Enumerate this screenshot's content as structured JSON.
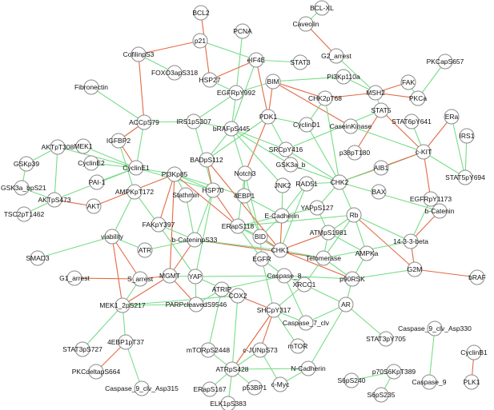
{
  "colors": {
    "activation": "#77dd88",
    "inhibition": "#e36a44"
  },
  "nodes": [
    {
      "id": "BCL2",
      "label": "BCL2"
    },
    {
      "id": "BCL-XL",
      "label": "BCL-XL"
    },
    {
      "id": "Caveolin",
      "label": "Caveolin"
    },
    {
      "id": "PCNA",
      "label": "PCNA"
    },
    {
      "id": "p21",
      "label": "p21"
    },
    {
      "id": "CofilinpS3",
      "label": "CofilinpS3"
    },
    {
      "id": "eIF4E",
      "label": "eIF4E"
    },
    {
      "id": "STAT3",
      "label": "STAT3"
    },
    {
      "id": "G2_arrest",
      "label": "G2_arrest"
    },
    {
      "id": "PKCapS657",
      "label": "PKCapS657"
    },
    {
      "id": "FOXO3apS318",
      "label": "FOXO3apS318"
    },
    {
      "id": "HSP27",
      "label": "HSP27"
    },
    {
      "id": "PI3Kp110a",
      "label": "PI3Kp110a"
    },
    {
      "id": "Fibronectin",
      "label": "Fibronectin"
    },
    {
      "id": "BIM",
      "label": "BIM"
    },
    {
      "id": "EGFRpY992",
      "label": "EGFRpY992"
    },
    {
      "id": "FAK",
      "label": "FAK"
    },
    {
      "id": "MSH2",
      "label": "MSH2"
    },
    {
      "id": "PKCa",
      "label": "PKCa"
    },
    {
      "id": "CHK2pT68",
      "label": "CHK2pT68"
    },
    {
      "id": "ACCpS79",
      "label": "ACCpS79"
    },
    {
      "id": "IRS1pS307",
      "label": "IRS1pS307"
    },
    {
      "id": "bRAFpS445",
      "label": "bRAFpS445"
    },
    {
      "id": "PDK1",
      "label": "PDK1"
    },
    {
      "id": "STAT5",
      "label": "STAT5"
    },
    {
      "id": "CyclinD1",
      "label": "CyclinD1"
    },
    {
      "id": "CaseinKinase",
      "label": "CaseinKinase"
    },
    {
      "id": "STAT6pY641",
      "label": "STAT6pY641"
    },
    {
      "id": "ERa",
      "label": "ERa"
    },
    {
      "id": "IGFBP2",
      "label": "IGFBP2"
    },
    {
      "id": "MEK1",
      "label": "MEK1"
    },
    {
      "id": "AKTpT308",
      "label": "AKTpT308"
    },
    {
      "id": "SRCpY416",
      "label": "SRCpY416"
    },
    {
      "id": "p38pT180",
      "label": "p38pT180"
    },
    {
      "id": "c-KIT",
      "label": "c-KIT"
    },
    {
      "id": "IRS1",
      "label": "IRS1"
    },
    {
      "id": "GSKp39",
      "label": "GSKp39"
    },
    {
      "id": "CyclinE2",
      "label": "CyclinE2"
    },
    {
      "id": "CyclinE1",
      "label": "CyclinE1"
    },
    {
      "id": "BADpS112",
      "label": "BADpS112"
    },
    {
      "id": "GSK3a_b",
      "label": "GSK3a_b"
    },
    {
      "id": "AIB1",
      "label": "AIB1"
    },
    {
      "id": "PI3Kp85",
      "label": "PI3Kp85"
    },
    {
      "id": "GSK3a_bpS21",
      "label": "GSK3a_bpS21"
    },
    {
      "id": "PAI-1",
      "label": "PAI-1"
    },
    {
      "id": "AKTpS473",
      "label": "AKTpS473"
    },
    {
      "id": "CHK2",
      "label": "CHK2"
    },
    {
      "id": "STAT5pY694",
      "label": "STAT5pY694"
    },
    {
      "id": "Notch3",
      "label": "Notch3"
    },
    {
      "id": "AMPKpT172",
      "label": "AMPKpT172"
    },
    {
      "id": "JNK2",
      "label": "JNK2"
    },
    {
      "id": "RAD51",
      "label": "RAD51"
    },
    {
      "id": "BAX",
      "label": "BAX"
    },
    {
      "id": "EGFRpY1173",
      "label": "EGFRpY1173"
    },
    {
      "id": "4EBP1",
      "label": "4EBP1"
    },
    {
      "id": "HSP70",
      "label": "HSP70"
    },
    {
      "id": "TSC2pT1462",
      "label": "TSC2pT1462"
    },
    {
      "id": "AKT",
      "label": "AKT"
    },
    {
      "id": "Stathmin",
      "label": "Stathmin"
    },
    {
      "id": "E-Cadherin",
      "label": "E-Cadherin"
    },
    {
      "id": "YAPpS127",
      "label": "YAPpS127"
    },
    {
      "id": "Rb",
      "label": "Rb"
    },
    {
      "id": "b-Catenin",
      "label": "b-Catenin"
    },
    {
      "id": "FAKpY397",
      "label": "FAKpY397"
    },
    {
      "id": "ERapS118",
      "label": "ERapS118"
    },
    {
      "id": "ATMpS1981",
      "label": "ATMpS1981"
    },
    {
      "id": "viability",
      "label": "viability"
    },
    {
      "id": "BID",
      "label": "BID"
    },
    {
      "id": "14-3-3-beta",
      "label": "14-3-3-beta"
    },
    {
      "id": "b-CateninpS33",
      "label": "b-CateninpS33"
    },
    {
      "id": "SMAD3",
      "label": "SMAD3"
    },
    {
      "id": "ATR",
      "label": "ATR"
    },
    {
      "id": "CHK1",
      "label": "CHK1"
    },
    {
      "id": "EGFR",
      "label": "EGFR"
    },
    {
      "id": "Telomerase",
      "label": "Telomerase"
    },
    {
      "id": "AMPKa",
      "label": "AMPKa"
    },
    {
      "id": "YAP",
      "label": "YAP"
    },
    {
      "id": "G2M",
      "label": "G2M"
    },
    {
      "id": "G1_arrest",
      "label": "G1_arrest"
    },
    {
      "id": "S_arrest",
      "label": "S_arrest"
    },
    {
      "id": "MGMT",
      "label": "MGMT"
    },
    {
      "id": "Caspase_8",
      "label": "Caspase_8"
    },
    {
      "id": "p90RSK",
      "label": "p90RSK"
    },
    {
      "id": "bRAF",
      "label": "bRAF"
    },
    {
      "id": "XRCC1",
      "label": "XRCC1"
    },
    {
      "id": "ATRIP",
      "label": "ATRIP"
    },
    {
      "id": "PARPcleavedS9546",
      "label": "PARPcleavedS9546"
    },
    {
      "id": "MEK1_2pS217",
      "label": "MEK1_2pS217"
    },
    {
      "id": "COX2",
      "label": "COX2"
    },
    {
      "id": "AR",
      "label": "AR"
    },
    {
      "id": "SHCpY317",
      "label": "SHCpY317"
    },
    {
      "id": "Caspase_7_clv",
      "label": "Caspase_7_clv"
    },
    {
      "id": "4EBP1pT37",
      "label": "4EBP1pT37"
    },
    {
      "id": "STAT3pS727",
      "label": "STAT3pS727"
    },
    {
      "id": "Caspase_9_clv_Asp330",
      "label": "Caspase_9_clv_Asp330"
    },
    {
      "id": "STAT3pY705",
      "label": "STAT3pY705"
    },
    {
      "id": "mTORpS2448",
      "label": "mTORpS2448"
    },
    {
      "id": "c-JUNpS73",
      "label": "c-JUNpS73"
    },
    {
      "id": "mTOR",
      "label": "mTOR"
    },
    {
      "id": "CyclinB1",
      "label": "CyclinB1"
    },
    {
      "id": "PKCdeltapS664",
      "label": "PKCdeltapS664"
    },
    {
      "id": "ATRpS428",
      "label": "ATRpS428"
    },
    {
      "id": "N-Cadherin",
      "label": "N-Cadherin"
    },
    {
      "id": "p70S6KpT389",
      "label": "p70S6KpT389"
    },
    {
      "id": "S6pS240",
      "label": "S6pS240"
    },
    {
      "id": "Caspase_9_clv_Asp315",
      "label": "Caspase_9_clv_Asp315"
    },
    {
      "id": "c-Myc",
      "label": "c-Myc"
    },
    {
      "id": "ERapS167",
      "label": "ERapS167"
    },
    {
      "id": "p53BP1",
      "label": "p53BP1"
    },
    {
      "id": "Caspase_9",
      "label": "Caspase_9"
    },
    {
      "id": "PLK1",
      "label": "PLK1"
    },
    {
      "id": "S6pS235",
      "label": "S6pS235"
    },
    {
      "id": "ELK1pS383",
      "label": "ELK1pS383"
    }
  ],
  "edges": [
    [
      "BCL2",
      "HSP27",
      "inhibition"
    ],
    [
      "PCNA",
      "EGFRpY992",
      "activation"
    ],
    [
      "p21",
      "CofilinpS3",
      "inhibition"
    ],
    [
      "p21",
      "eIF4E",
      "activation"
    ],
    [
      "CofilinpS3",
      "ACCpS79",
      "inhibition"
    ],
    [
      "CofilinpS3",
      "FOXO3apS318",
      "activation"
    ],
    [
      "Caveolin",
      "G2_arrest",
      "inhibition"
    ],
    [
      "eIF4E",
      "STAT3",
      "activation"
    ],
    [
      "eIF4E",
      "HSP27",
      "inhibition"
    ],
    [
      "eIF4E",
      "PDK1",
      "inhibition"
    ],
    [
      "eIF4E",
      "bRAFpS445",
      "activation"
    ],
    [
      "G2_arrest",
      "MSH2",
      "activation"
    ],
    [
      "PKCapS657",
      "PKCa",
      "activation"
    ],
    [
      "FAK",
      "PKCa",
      "activation"
    ],
    [
      "MSH2",
      "PKCa",
      "inhibition"
    ],
    [
      "MSH2",
      "CHK2pT68",
      "inhibition"
    ],
    [
      "MSH2",
      "STAT5",
      "activation"
    ],
    [
      "PI3Kp110a",
      "BIM",
      "activation"
    ],
    [
      "PI3Kp110a",
      "MSH2",
      "activation"
    ],
    [
      "BIM",
      "EGFRpY992",
      "activation"
    ],
    [
      "BIM",
      "PDK1",
      "inhibition"
    ],
    [
      "BIM",
      "CHK2pT68",
      "inhibition"
    ],
    [
      "BIM",
      "CaseinKinase",
      "inhibition"
    ],
    [
      "EGFRpY992",
      "IRS1pS307",
      "activation"
    ],
    [
      "EGFRpY992",
      "bRAFpS445",
      "activation"
    ],
    [
      "CHK2pT68",
      "CyclinD1",
      "activation"
    ],
    [
      "CHK2pT68",
      "CHK2",
      "activation"
    ],
    [
      "PDK1",
      "CyclinD1",
      "activation"
    ],
    [
      "PDK1",
      "SRCpY416",
      "activation"
    ],
    [
      "PDK1",
      "Notch3",
      "inhibition"
    ],
    [
      "PDK1",
      "BADpS112",
      "activation"
    ],
    [
      "STAT5",
      "p38pT180",
      "inhibition"
    ],
    [
      "STAT5",
      "SRCpY416",
      "activation"
    ],
    [
      "CaseinKinase",
      "c-KIT",
      "activation"
    ],
    [
      "STAT6pY641",
      "c-KIT",
      "activation"
    ],
    [
      "ERa",
      "c-KIT",
      "inhibition"
    ],
    [
      "ERa",
      "STAT5pY694",
      "activation"
    ],
    [
      "IRS1",
      "STAT5pY694",
      "activation"
    ],
    [
      "c-KIT",
      "STAT5pY694",
      "activation"
    ],
    [
      "c-KIT",
      "AIB1",
      "activation"
    ],
    [
      "c-KIT",
      "EGFRpY1173",
      "inhibition"
    ],
    [
      "c-KIT",
      "CHK2",
      "inhibition"
    ],
    [
      "EGFRpY1173",
      "14-3-3-beta",
      "activation"
    ],
    [
      "b-Catenin",
      "14-3-3-beta",
      "inhibition"
    ],
    [
      "14-3-3-beta",
      "G2M",
      "inhibition"
    ],
    [
      "G2M",
      "bRAF",
      "inhibition"
    ],
    [
      "14-3-3-beta",
      "Rb",
      "activation"
    ],
    [
      "Rb",
      "AMPKa",
      "activation"
    ],
    [
      "Rb",
      "G2M",
      "inhibition"
    ],
    [
      "Rb",
      "Telomerase",
      "activation"
    ],
    [
      "Rb",
      "ATMpS1981",
      "activation"
    ],
    [
      "CHK2",
      "Rb",
      "activation"
    ],
    [
      "CHK2",
      "YAPpS127",
      "activation"
    ],
    [
      "CHK2",
      "RAD51",
      "activation"
    ],
    [
      "CHK2",
      "GSK3a_b",
      "activation"
    ],
    [
      "SRCpY416",
      "GSK3a_b",
      "inhibition"
    ],
    [
      "SRCpY416",
      "CHK2",
      "activation"
    ],
    [
      "ACCpS79",
      "IGFBP2",
      "inhibition"
    ],
    [
      "ACCpS79",
      "IRS1pS307",
      "activation"
    ],
    [
      "Fibronectin",
      "ACCpS79",
      "activation"
    ],
    [
      "IGFBP2",
      "CyclinE1",
      "inhibition"
    ],
    [
      "IGFBP2",
      "AMPKpT172",
      "activation"
    ],
    [
      "MEK1",
      "CyclinE1",
      "activation"
    ],
    [
      "AKTpT308",
      "GSKp39",
      "activation"
    ],
    [
      "AKTpT308",
      "AKTpS473",
      "activation"
    ],
    [
      "GSKp39",
      "GSK3a_bpS21",
      "activation"
    ],
    [
      "GSK3a_bpS21",
      "AKTpS473",
      "activation"
    ],
    [
      "TSC2pT1462",
      "AKTpS473",
      "activation"
    ],
    [
      "AKTpS473",
      "AKT",
      "inhibition"
    ],
    [
      "CyclinE2",
      "CyclinE1",
      "activation"
    ],
    [
      "CyclinE1",
      "AKTpT308",
      "activation"
    ],
    [
      "CyclinE1",
      "AKTpS473",
      "activation"
    ],
    [
      "CyclinE1",
      "PAI-1",
      "activation"
    ],
    [
      "CyclinE1",
      "PI3Kp85",
      "activation"
    ],
    [
      "CyclinE1",
      "HSP70",
      "activation"
    ],
    [
      "PI3Kp85",
      "AKT",
      "inhibition"
    ],
    [
      "PI3Kp85",
      "FAKpY397",
      "inhibition"
    ],
    [
      "PI3Kp85",
      "Stathmin",
      "activation"
    ],
    [
      "PI3Kp85",
      "HSP70",
      "activation"
    ],
    [
      "PI3Kp85",
      "ERapS118",
      "inhibition"
    ],
    [
      "PI3Kp85",
      "4EBP1",
      "activation"
    ],
    [
      "PI3Kp85",
      "MGMT",
      "inhibition"
    ],
    [
      "AMPKpT172",
      "viability",
      "activation"
    ],
    [
      "AMPKpT172",
      "FAKpY397",
      "activation"
    ],
    [
      "viability",
      "SMAD3",
      "activation"
    ],
    [
      "viability",
      "S_arrest",
      "inhibition"
    ],
    [
      "viability",
      "ATR",
      "activation"
    ],
    [
      "bRAFpS445",
      "Notch3",
      "activation"
    ],
    [
      "bRAFpS445",
      "BADpS112",
      "activation"
    ],
    [
      "bRAFpS445",
      "GSK3a_b",
      "activation"
    ],
    [
      "bRAFpS445",
      "SRCpY416",
      "activation"
    ],
    [
      "bRAFpS445",
      "JNK2",
      "activation"
    ],
    [
      "IRS1pS307",
      "HSP70",
      "activation"
    ],
    [
      "IRS1pS307",
      "bRAFpS445",
      "activation"
    ],
    [
      "BADpS112",
      "HSP70",
      "inhibition"
    ],
    [
      "Notch3",
      "4EBP1",
      "activation"
    ],
    [
      "Notch3",
      "ERapS118",
      "activation"
    ],
    [
      "Notch3",
      "BID",
      "activation"
    ],
    [
      "HSP70",
      "b-CateninpS33",
      "activation"
    ],
    [
      "HSP70",
      "YAP",
      "activation"
    ],
    [
      "HSP70",
      "ERapS118",
      "inhibition"
    ],
    [
      "Stathmin",
      "b-CateninpS33",
      "activation"
    ],
    [
      "FAKpY397",
      "b-CateninpS33",
      "activation"
    ],
    [
      "FAKpY397",
      "YAP",
      "activation"
    ],
    [
      "b-CateninpS33",
      "ATR",
      "activation"
    ],
    [
      "b-CateninpS33",
      "Telomerase",
      "inhibition"
    ],
    [
      "b-CateninpS33",
      "CHK1",
      "activation"
    ],
    [
      "b-CateninpS33",
      "MGMT",
      "inhibition"
    ],
    [
      "ERapS118",
      "E-Cadherin",
      "activation"
    ],
    [
      "ERapS118",
      "BID",
      "activation"
    ],
    [
      "ERapS118",
      "CHK1",
      "activation"
    ],
    [
      "ERapS118",
      "EGFR",
      "activation"
    ],
    [
      "JNK2",
      "E-Cadherin",
      "activation"
    ],
    [
      "E-Cadherin",
      "BID",
      "activation"
    ],
    [
      "E-Cadherin",
      "CHK1",
      "inhibition"
    ],
    [
      "E-Cadherin",
      "YAPpS127",
      "activation"
    ],
    [
      "YAPpS127",
      "ATMpS1981",
      "activation"
    ],
    [
      "ATMpS1981",
      "Telomerase",
      "activation"
    ],
    [
      "ATMpS1981",
      "CHK1",
      "inhibition"
    ],
    [
      "ATMpS1981",
      "AMPKa",
      "activation"
    ],
    [
      "RAD51",
      "E-Cadherin",
      "activation"
    ],
    [
      "RAD51",
      "CHK1",
      "activation"
    ],
    [
      "4EBP1",
      "E-Cadherin",
      "activation"
    ],
    [
      "4EBP1",
      "BID",
      "activation"
    ],
    [
      "BID",
      "EGFR",
      "activation"
    ],
    [
      "BID",
      "CHK1",
      "inhibition"
    ],
    [
      "CHK1",
      "Telomerase",
      "activation"
    ],
    [
      "CHK1",
      "p90RSK",
      "inhibition"
    ],
    [
      "Telomerase",
      "XRCC1",
      "activation"
    ],
    [
      "Telomerase",
      "p90RSK",
      "activation"
    ],
    [
      "AMPKa",
      "p90RSK",
      "activation"
    ],
    [
      "p90RSK",
      "G2M",
      "activation"
    ],
    [
      "p90RSK",
      "AR",
      "activation"
    ],
    [
      "EGFR",
      "Caspase_8",
      "activation"
    ],
    [
      "EGFR",
      "SHCpY317",
      "activation"
    ],
    [
      "Caspase_8",
      "p90RSK",
      "activation"
    ],
    [
      "Caspase_8",
      "XRCC1",
      "activation"
    ],
    [
      "Caspase_8",
      "ATRIP",
      "activation"
    ],
    [
      "YAP",
      "Caspase_8",
      "activation"
    ],
    [
      "YAP",
      "COX2",
      "activation"
    ],
    [
      "YAP",
      "PARPcleavedS9546",
      "activation"
    ],
    [
      "MGMT",
      "YAP",
      "activation"
    ],
    [
      "MGMT",
      "S_arrest",
      "inhibition"
    ],
    [
      "MGMT",
      "PARPcleavedS9546",
      "inhibition"
    ],
    [
      "MGMT",
      "MEK1_2pS217",
      "inhibition"
    ],
    [
      "G1_arrest",
      "S_arrest",
      "inhibition"
    ],
    [
      "S_arrest",
      "MEK1_2pS217",
      "activation"
    ],
    [
      "viability",
      "MEK1_2pS217",
      "inhibition"
    ],
    [
      "MEK1_2pS217",
      "4EBP1pT37",
      "activation"
    ],
    [
      "MEK1_2pS217",
      "STAT3pS727",
      "activation"
    ],
    [
      "MEK1_2pS217",
      "PARPcleavedS9546",
      "activation"
    ],
    [
      "MEK1_2pS217",
      "COX2",
      "activation"
    ],
    [
      "4EBP1pT37",
      "PKCdeltapS664",
      "inhibition"
    ],
    [
      "4EBP1pT37",
      "Caspase_9_clv_Asp315",
      "activation"
    ],
    [
      "ATRIP",
      "COX2",
      "activation"
    ],
    [
      "ATRIP",
      "SHCpY317",
      "inhibition"
    ],
    [
      "ATRIP",
      "mTORpS2448",
      "activation"
    ],
    [
      "SHCpY317",
      "Caspase_7_clv",
      "activation"
    ],
    [
      "SHCpY317",
      "c-JUNpS73",
      "inhibition"
    ],
    [
      "SHCpY317",
      "ATRpS428",
      "inhibition"
    ],
    [
      "SHCpY317",
      "mTOR",
      "activation"
    ],
    [
      "XRCC1",
      "SHCpY317",
      "activation"
    ],
    [
      "XRCC1",
      "AR",
      "activation"
    ],
    [
      "AR",
      "Caspase_7_clv",
      "activation"
    ],
    [
      "AR",
      "STAT3pY705",
      "activation"
    ],
    [
      "AR",
      "N-Cadherin",
      "activation"
    ],
    [
      "Caspase_9_clv_Asp330",
      "Caspase_9",
      "activation"
    ],
    [
      "CyclinB1",
      "PLK1",
      "inhibition"
    ],
    [
      "mTORpS2448",
      "ATRpS428",
      "activation"
    ],
    [
      "c-JUNpS73",
      "ATRpS428",
      "activation"
    ],
    [
      "ATRpS428",
      "ERapS167",
      "activation"
    ],
    [
      "ATRpS428",
      "p53BP1",
      "activation"
    ],
    [
      "ATRpS428",
      "N-Cadherin",
      "activation"
    ],
    [
      "ATRpS428",
      "ELK1pS383",
      "activation"
    ],
    [
      "N-Cadherin",
      "c-Myc",
      "activation"
    ],
    [
      "c-JUNpS73",
      "c-Myc",
      "activation"
    ],
    [
      "p70S6KpT389",
      "S6pS240",
      "activation"
    ],
    [
      "p70S6KpT389",
      "S6pS235",
      "activation"
    ],
    [
      "COX2",
      "ATRpS428",
      "activation"
    ],
    [
      "PARPcleavedS9546",
      "ATRIP",
      "activation"
    ],
    [
      "Caspase_8",
      "Caspase_7_clv",
      "activation"
    ],
    [
      "STAT5",
      "c-KIT",
      "inhibition"
    ],
    [
      "MSH2",
      "FAK",
      "inhibition"
    ],
    [
      "BCL-XL",
      "Caveolin",
      "activation"
    ],
    [
      "HSP27",
      "EGFRpY992",
      "activation"
    ],
    [
      "ACCpS79",
      "CyclinE1",
      "activation"
    ],
    [
      "AIB1",
      "CHK2",
      "activation"
    ],
    [
      "CHK2",
      "b-Catenin",
      "activation"
    ],
    [
      "Telomerase",
      "14-3-3-beta",
      "activation"
    ],
    [
      "ERapS118",
      "Rb",
      "activation"
    ],
    [
      "CyclinD1",
      "CHK2",
      "activation"
    ],
    [
      "BADpS112",
      "CHK1",
      "inhibition"
    ]
  ]
}
